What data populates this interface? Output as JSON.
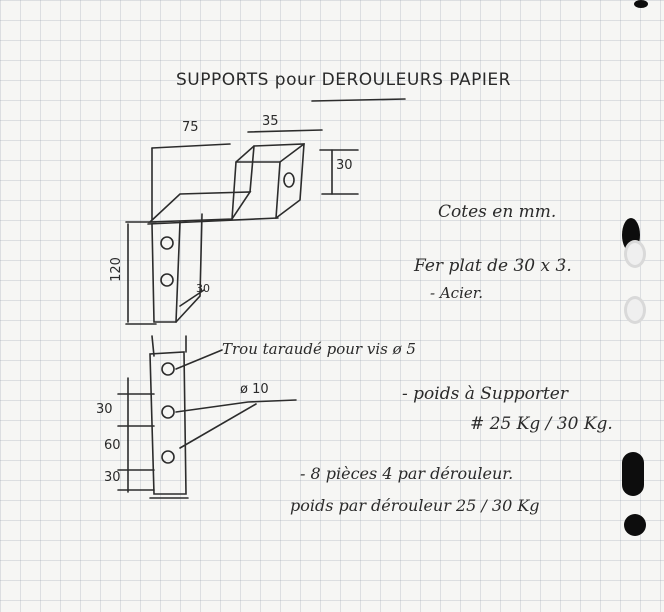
{
  "title": {
    "part1": "SUPPORTS pour",
    "part2": "DEROULEURS",
    "part3": "PAPIER"
  },
  "dimensions": {
    "width_top": "75",
    "width_right": "35",
    "height_right": "30",
    "height_left": "120",
    "thickness": "30",
    "hole_diameter": "ø 10",
    "spacing_top": "30",
    "spacing_mid": "60",
    "spacing_bottom": "30"
  },
  "annotations": {
    "units": "Cotes en mm.",
    "material_line1": "Fer plat de 30 x 3.",
    "material_line2": "- Acier.",
    "tapped_hole": "Trou taraudé pour vis ø 5",
    "load_line1": "- poids à Supporter",
    "load_line2": "# 25 Kg / 30 Kg.",
    "count_line1": "- 8 pièces     4 par dérouleur.",
    "count_line2": "poids par dérouleur 25 / 30 Kg"
  },
  "colors": {
    "ink": "#2a2a2a",
    "grid": "#9aa0af",
    "hole": "#0d0d0d"
  }
}
